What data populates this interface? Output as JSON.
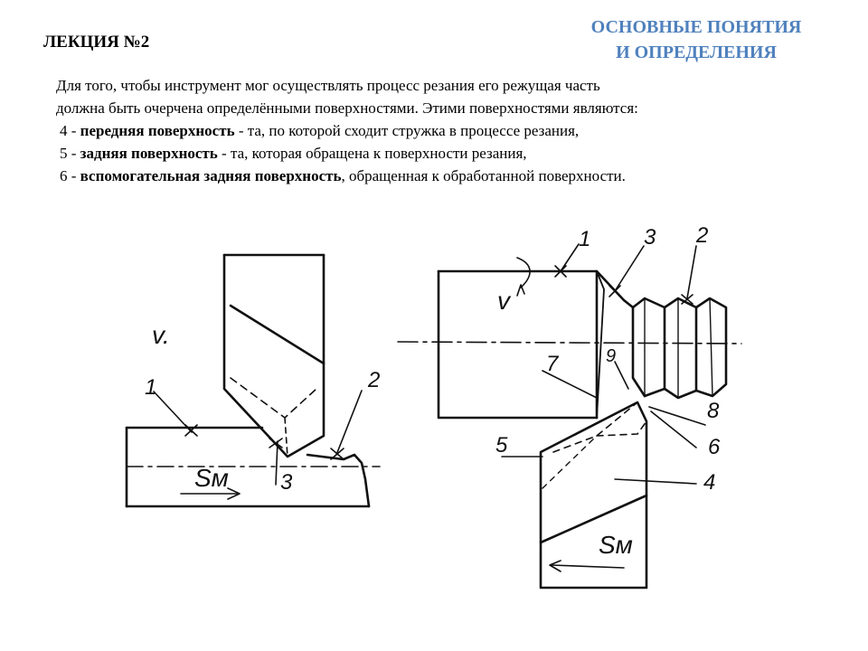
{
  "lecture_label": "ЛЕКЦИЯ №2",
  "heading": {
    "line1": "ОСНОВНЫЕ ПОНЯТИЯ",
    "line2": "И ОПРЕДЕЛЕНИЯ"
  },
  "intro": {
    "line1": "Для того, чтобы инструмент мог осуществлять процесс резания его режущая часть",
    "line2": "должна быть очерчена определёнными поверхностями. Этими поверхностями являются:"
  },
  "definitions": [
    {
      "num": "4 - ",
      "term": "передняя поверхность",
      "rest": " - та, по которой сходит стружка в процессе резания,"
    },
    {
      "num": "5 - ",
      "term": "задняя поверхность",
      "rest": " - та, которая обращена к поверхности резания,"
    },
    {
      "num": "6 - ",
      "term": "вспомогательная задняя поверхность",
      "rest": ", обращенная к обработанной поверхности."
    }
  ],
  "diagram_labels": {
    "v_left": "v.",
    "v_right": "v",
    "s_left": "Sм",
    "s_right": "Sм",
    "n1_left": "1",
    "n2_left": "2",
    "n3_left": "3",
    "n1_right": "1",
    "n2_right": "2",
    "n3_right": "3",
    "n4": "4",
    "n5": "5",
    "n6": "6",
    "n7": "7",
    "n8": "8",
    "n9": "9"
  }
}
